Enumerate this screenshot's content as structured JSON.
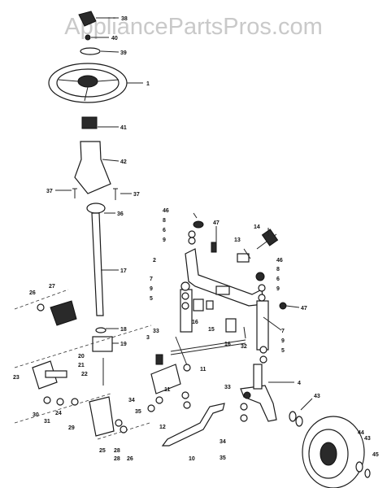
{
  "watermark": "AppliancePartsPros.com",
  "part_labels": [
    "38",
    "40",
    "39",
    "1",
    "41",
    "42",
    "37",
    "37",
    "36",
    "17",
    "26",
    "27",
    "18",
    "19",
    "20",
    "21",
    "22",
    "23",
    "30",
    "31",
    "24",
    "29",
    "25",
    "28",
    "28",
    "26",
    "46",
    "8",
    "6",
    "9",
    "47",
    "14",
    "13",
    "2",
    "46",
    "8",
    "6",
    "9",
    "7",
    "9",
    "5",
    "47",
    "16",
    "15",
    "16",
    "7",
    "9",
    "5",
    "3",
    "33",
    "11",
    "32",
    "34",
    "35",
    "11",
    "12",
    "10",
    "33",
    "4",
    "34",
    "35",
    "43",
    "44",
    "43",
    "45"
  ]
}
